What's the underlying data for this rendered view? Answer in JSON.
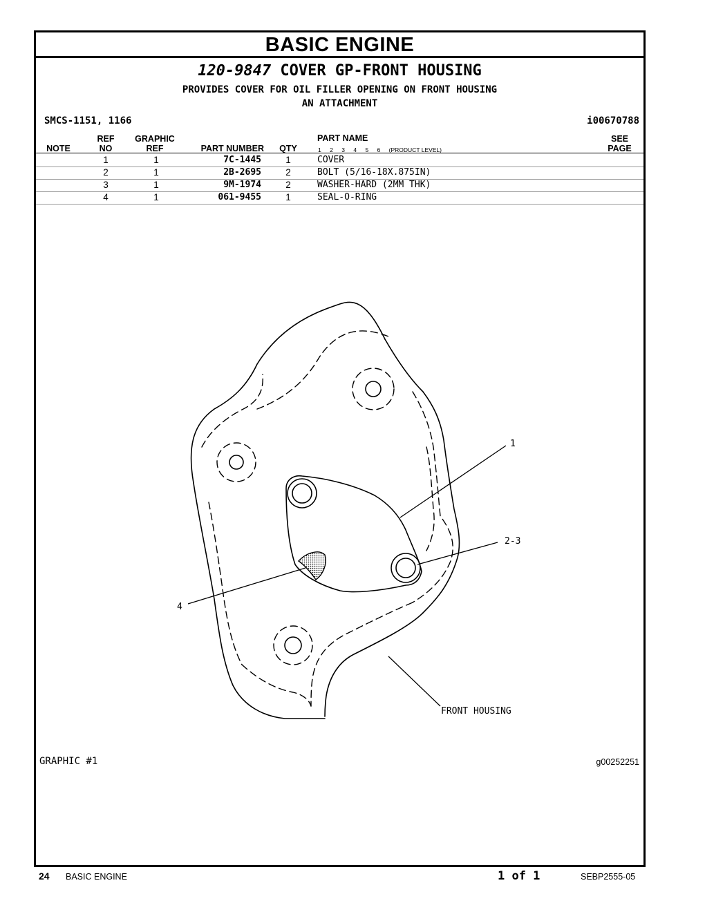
{
  "section_title": "BASIC  ENGINE",
  "group": {
    "number": "120-9847",
    "name": "COVER GP-FRONT HOUSING",
    "description_1": "PROVIDES COVER FOR OIL FILLER OPENING ON FRONT HOUSING",
    "description_2": "AN ATTACHMENT"
  },
  "smcs": "SMCS-1151, 1166",
  "illustration_id": "i00670788",
  "table": {
    "headers": {
      "note": "NOTE",
      "ref_no_1": "REF",
      "ref_no_2": "NO",
      "graphic_ref_1": "GRAPHIC",
      "graphic_ref_2": "REF",
      "part_number": "PART NUMBER",
      "qty": "QTY",
      "part_name": "PART NAME",
      "see_page_1": "SEE",
      "see_page_2": "PAGE"
    },
    "product_levels": [
      "1",
      "2",
      "3",
      "4",
      "5",
      "6"
    ],
    "product_level_label": "(PRODUCT LEVEL)",
    "rows": [
      {
        "ref": "1",
        "graphic_ref": "1",
        "part_number": "7C-1445",
        "qty": "1",
        "name": "COVER"
      },
      {
        "ref": "2",
        "graphic_ref": "1",
        "part_number": "2B-2695",
        "qty": "2",
        "name": "BOLT (5/16-18X.875IN)"
      },
      {
        "ref": "3",
        "graphic_ref": "1",
        "part_number": "9M-1974",
        "qty": "2",
        "name": "WASHER-HARD (2MM THK)"
      },
      {
        "ref": "4",
        "graphic_ref": "1",
        "part_number": "061-9455",
        "qty": "1",
        "name": "SEAL-O-RING"
      }
    ]
  },
  "drawing": {
    "callout_1": "1",
    "callout_2_3": "2-3",
    "callout_4": "4",
    "front_housing_label": "FRONT HOUSING"
  },
  "graphic_label": "GRAPHIC #1",
  "graphic_id": "g00252251",
  "footer": {
    "page_number": "24",
    "section": "BASIC ENGINE",
    "page_of": "1 of 1",
    "doc_number": "SEBP2555-05"
  }
}
